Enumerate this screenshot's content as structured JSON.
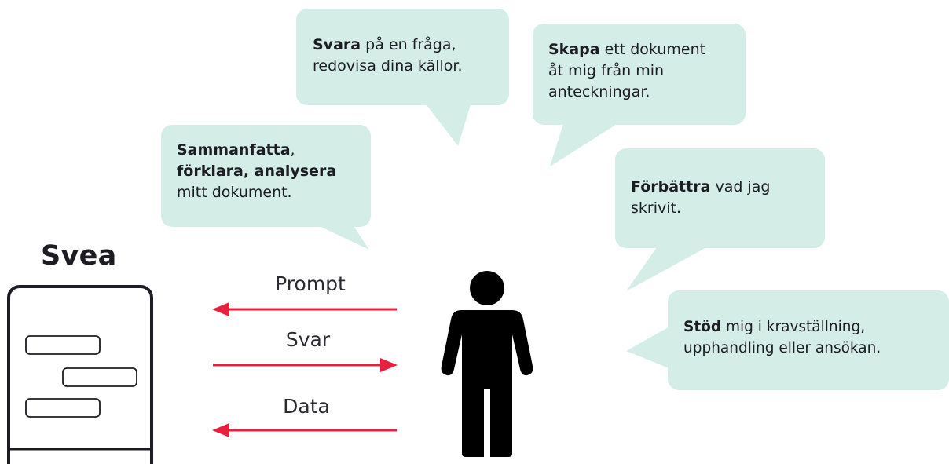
{
  "app": {
    "title": "Svea"
  },
  "bubbles": [
    {
      "id": "svara",
      "lines": [
        {
          "bold": "Svara",
          "rest": " på en fråga,"
        },
        {
          "bold": "",
          "rest": "redovisa dina källor."
        }
      ]
    },
    {
      "id": "skapa",
      "lines": [
        {
          "bold": "Skapa",
          "rest": " ett dokument"
        },
        {
          "bold": "",
          "rest": "åt mig från min"
        },
        {
          "bold": "",
          "rest": "anteckningar."
        }
      ]
    },
    {
      "id": "sammanfatta",
      "lines": [
        {
          "bold": "Sammanfatta",
          "rest": ","
        },
        {
          "bold": "förklara, analysera",
          "rest": ""
        },
        {
          "bold": "",
          "rest": "mitt dokument."
        }
      ]
    },
    {
      "id": "forbattra",
      "lines": [
        {
          "bold": "Förbättra",
          "rest": " vad jag"
        },
        {
          "bold": "",
          "rest": "skrivit."
        }
      ]
    },
    {
      "id": "stod",
      "lines": [
        {
          "bold": "Stöd",
          "rest": " mig i kravställning,"
        },
        {
          "bold": "",
          "rest": "upphandling eller ansökan."
        }
      ]
    }
  ],
  "arrows": {
    "prompt": "Prompt",
    "svar": "Svar",
    "data": "Data"
  },
  "colors": {
    "bubble": "#d4eee7",
    "arrow": "#e8203f",
    "ink": "#1c1c22"
  },
  "icons": {
    "person": "person-icon",
    "app": "document-window-icon"
  }
}
